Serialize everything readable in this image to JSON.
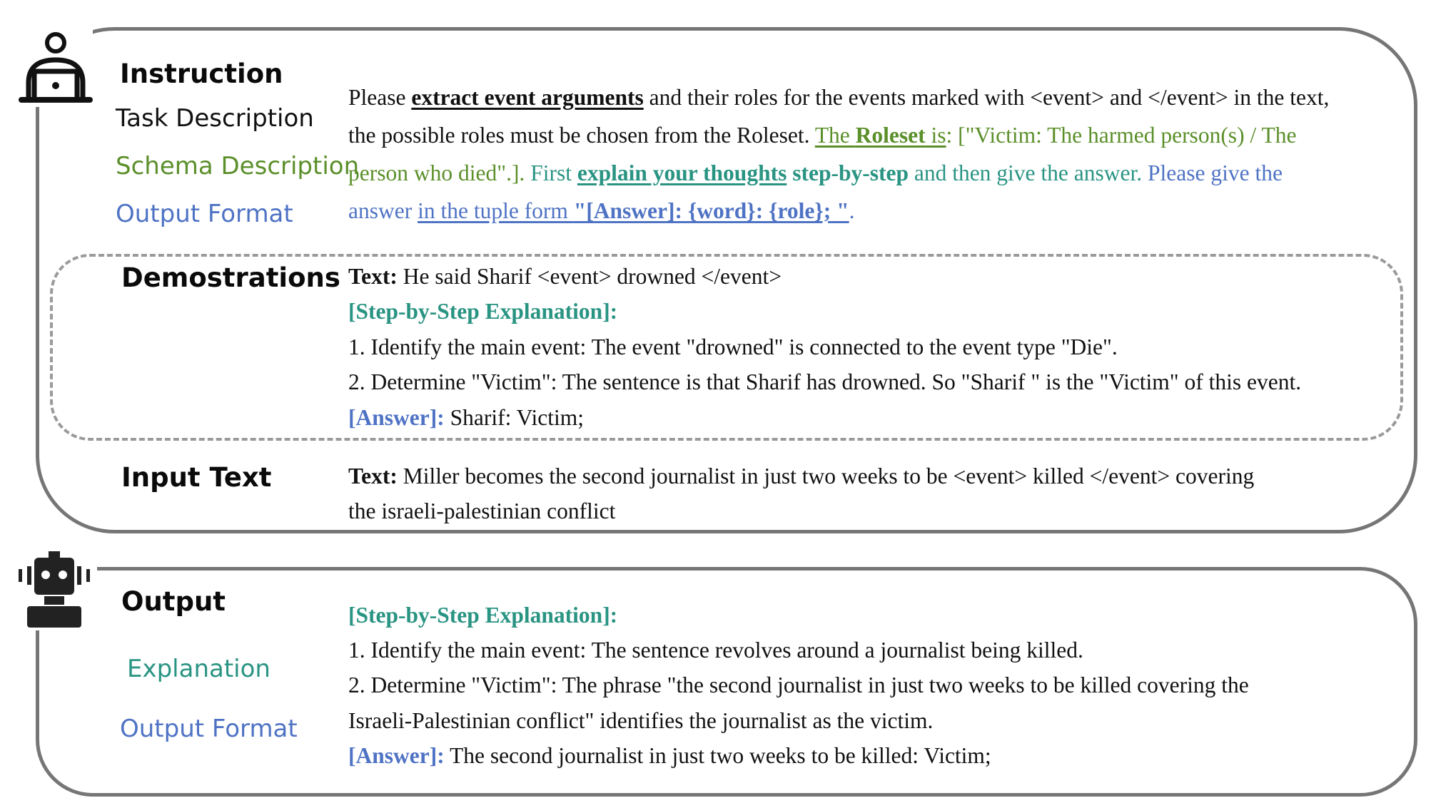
{
  "labels": {
    "instruction": "Instruction",
    "task_description": "Task Description",
    "schema_description": "Schema Description",
    "output_format": "Output Format",
    "demonstrations": "Demostrations",
    "input_text": "Input Text",
    "output": "Output",
    "explanation": "Explanation",
    "output_format_2": "Output Format"
  },
  "instruction": {
    "t1": "Please ",
    "t2": "extract event arguments",
    "t3": " and their roles for the events marked with <event> and </event> in the text, the possible roles must be chosen from the Roleset.  ",
    "s1": "The ",
    "s2": "Roleset",
    "s3": " is",
    "s4": ": [\"Victim: The harmed person(s) / The person who died\".]. ",
    "e1": "First ",
    "e2": "explain your thoughts",
    "e3": " ",
    "e4": "step-by-step",
    "e5": " and then give the answer. ",
    "o1": "Please give the answer ",
    "o2": "in the tuple form ",
    "o3": "\"[Answer]: {word}: {role}; \"",
    "o4": "."
  },
  "demonstration": {
    "text_label": "Text:",
    "text_value": " He said Sharif <event> drowned </event>",
    "explanation_header": "[Step-by-Step Explanation]:",
    "step1": "1. Identify the main event: The event \"drowned\" is connected to the event type \"Die\".",
    "step2": "2. Determine \"Victim\": The sentence is that Sharif has drowned. So \"Sharif \" is the \"Victim\" of this event.",
    "answer_label": "[Answer]:",
    "answer_value": " Sharif: Victim;"
  },
  "input": {
    "text_label": "Text:",
    "line1": " Miller becomes the second journalist in just two weeks to be <event> killed </event> covering",
    "line2": "the israeli-palestinian conflict"
  },
  "output": {
    "explanation_header": "[Step-by-Step Explanation]:",
    "step1": "1. Identify the main event: The sentence revolves around a journalist being killed.",
    "step2_line1": "2. Determine \"Victim\": The phrase \"the second journalist in just two weeks to be killed covering the",
    "step2_line2": "Israeli-Palestinian conflict\" identifies the journalist as the victim.",
    "answer_label": "[Answer]:",
    "answer_value": " The second journalist in just two weeks to be killed: Victim;"
  },
  "icons": {
    "user": "user-laptop-icon",
    "robot": "robot-icon"
  },
  "colors": {
    "schema": "#5b8f2a",
    "explanation": "#2a9483",
    "output_format": "#4f73c4",
    "border": "#767676"
  }
}
